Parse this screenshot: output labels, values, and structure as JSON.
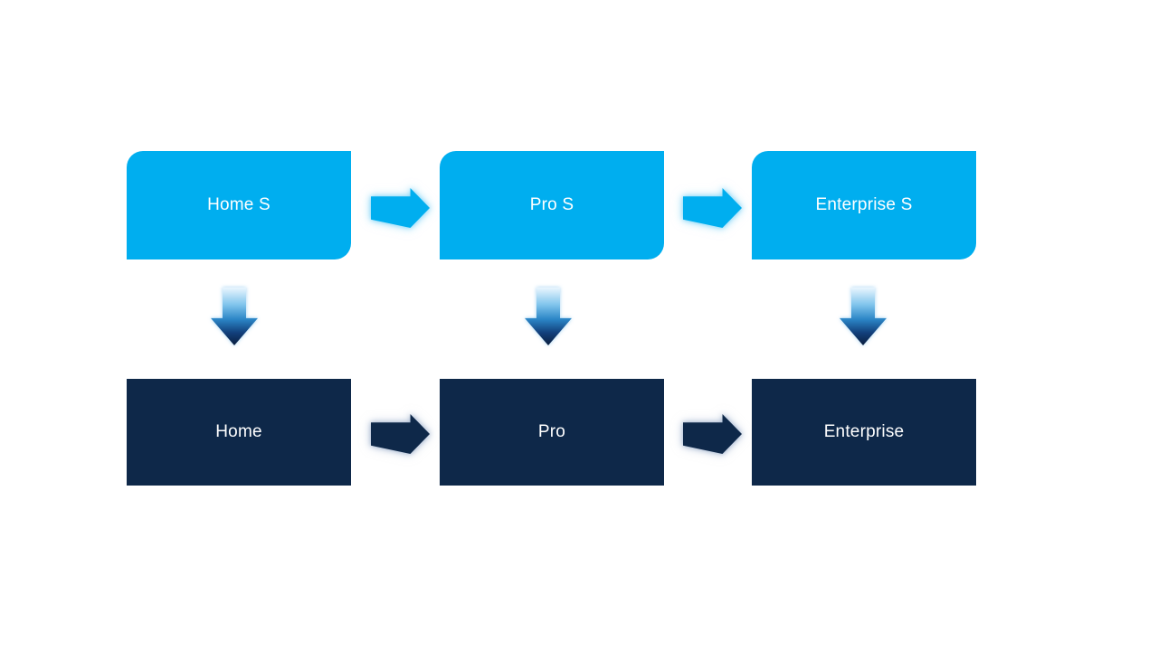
{
  "colors": {
    "light_blue": "#00AEEF",
    "navy": "#0E2849",
    "down_arrow_gradient_top": "#EAF6FE",
    "down_arrow_gradient_bottom": "#0A1E3E",
    "top_arrow_glow": "#7FD4F7",
    "bottom_arrow_glow": "#9FB2CE",
    "background": "#FFFFFF",
    "text": "#FFFFFF"
  },
  "diagram": {
    "top_row": {
      "nodes": [
        {
          "label": "Home S"
        },
        {
          "label": "Pro S"
        },
        {
          "label": "Enterprise S"
        }
      ]
    },
    "bottom_row": {
      "nodes": [
        {
          "label": "Home"
        },
        {
          "label": "Pro"
        },
        {
          "label": "Enterprise"
        }
      ]
    },
    "connections": {
      "horizontal_top": [
        "Home S → Pro S",
        "Pro S → Enterprise S"
      ],
      "horizontal_bottom": [
        "Home → Pro",
        "Pro → Enterprise"
      ],
      "vertical": [
        "Home S → Home",
        "Pro S → Pro",
        "Enterprise S → Enterprise"
      ]
    }
  }
}
